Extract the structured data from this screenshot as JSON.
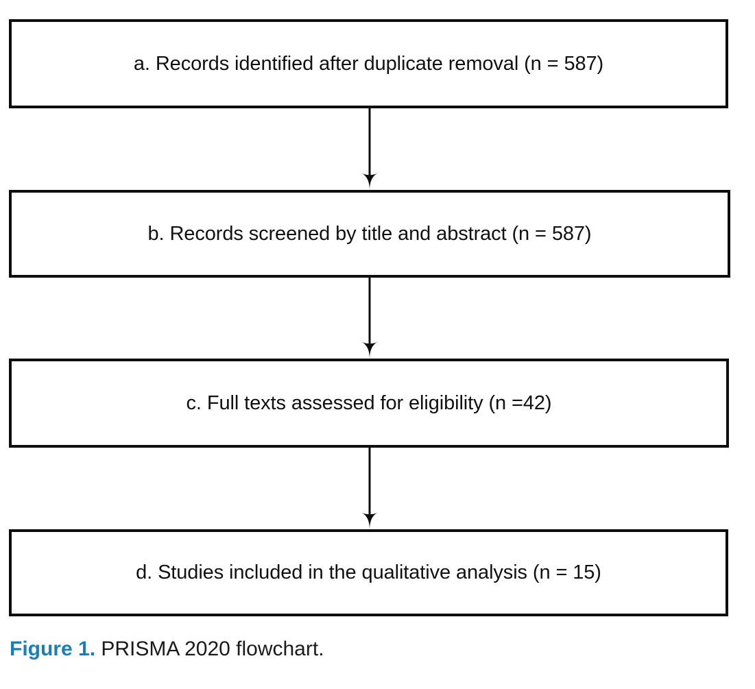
{
  "figure": {
    "caption_label": "Figure 1.",
    "caption_text": "PRISMA 2020 flowchart.",
    "accent_color": "#1B7FB5",
    "box_border_color": "#0D0D0D",
    "text_color": "#111111",
    "background_color": "#FFFFFF"
  },
  "chart_data": {
    "type": "diagram",
    "diagram_kind": "prisma-2020-flowchart",
    "title": "PRISMA 2020 flowchart",
    "orientation": "top-to-bottom",
    "nodes": [
      {
        "id": "a",
        "marker": "a.",
        "label": "a. Records identified after duplicate removal (n = 587)",
        "stage": "identification",
        "n": 587
      },
      {
        "id": "b",
        "marker": "b.",
        "label": "b. Records screened by title and abstract (n = 587)",
        "stage": "screening",
        "n": 587
      },
      {
        "id": "c",
        "marker": "c.",
        "label": "c. Full texts assessed for eligibility (n =42)",
        "stage": "eligibility",
        "n": 42
      },
      {
        "id": "d",
        "marker": "d.",
        "label": "d. Studies included in the qualitative analysis (n = 15)",
        "stage": "included",
        "n": 15
      }
    ],
    "edges": [
      {
        "from": "a",
        "to": "b",
        "style": "solid-arrow-down"
      },
      {
        "from": "b",
        "to": "c",
        "style": "solid-arrow-down"
      },
      {
        "from": "c",
        "to": "d",
        "style": "solid-arrow-down"
      }
    ]
  }
}
